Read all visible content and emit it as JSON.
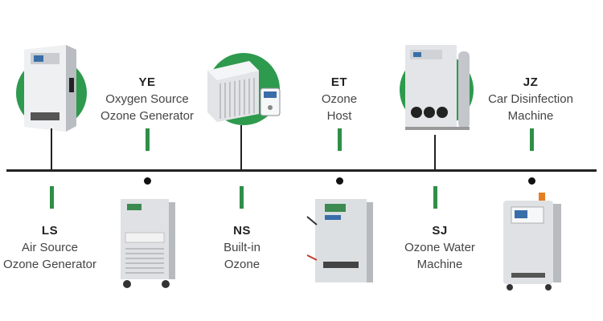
{
  "items": [
    {
      "code": "LS",
      "line1": "Air Source",
      "line2": "Ozone Generator"
    },
    {
      "code": "YE",
      "line1": "Oxygen Source",
      "line2": "Ozone Generator"
    },
    {
      "code": "NS",
      "line1": "Built-in",
      "line2": "Ozone"
    },
    {
      "code": "ET",
      "line1": "Ozone",
      "line2": "Host"
    },
    {
      "code": "SJ",
      "line1": "Ozone Water",
      "line2": "Machine"
    },
    {
      "code": "JZ",
      "line1": "Car Disinfection",
      "line2": "Machine"
    }
  ],
  "colors": {
    "accent_green": "#2e9a4e",
    "stem_green": "#2e8f48",
    "line": "#222222"
  }
}
